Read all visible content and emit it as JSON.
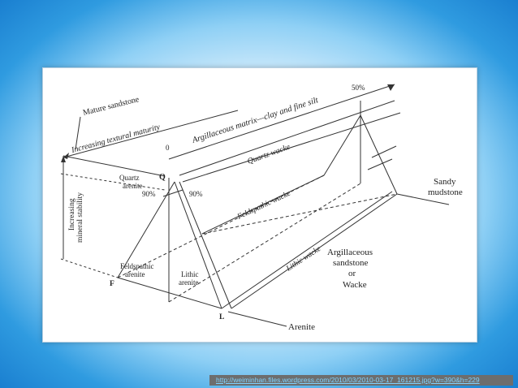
{
  "diagram": {
    "labels": {
      "mature_sandstone": "Mature sandstone",
      "increasing_textural_maturity": "Increasing textural maturity",
      "argillaceous_matrix": "Argillaceous matrix—clay and fine silt",
      "zero": "0",
      "fifty_percent": "50%",
      "quartz_wacke": "Quartz wacke",
      "feldspathic_wacke": "Feldspathic wacke",
      "lithic_wacke": "Lithic wacke",
      "q": "Q",
      "quartz_arenite_1": "Quartz",
      "quartz_arenite_2": "arenite",
      "ninety_left": "90%",
      "ninety_right": "90%",
      "increasing_mineral_stability_1": "Increasing",
      "increasing_mineral_stability_2": "mineral stability",
      "feldspathic_arenite_1": "Feldspathic",
      "feldspathic_arenite_2": "arenite",
      "lithic_arenite_1": "Lithic",
      "lithic_arenite_2": "arenite",
      "f": "F",
      "l": "L",
      "arenite": "Arenite",
      "sandy_mudstone_1": "Sandy",
      "sandy_mudstone_2": "mudstone",
      "argillaceous_sandstone_1": "Argillaceous",
      "argillaceous_sandstone_2": "sandstone",
      "argillaceous_sandstone_3": "or",
      "argillaceous_sandstone_4": "Wacke"
    }
  },
  "source_link": "http://weiminhan.files.wordpress.com/2010/03/2010-03-17_161215.jpg?w=390&h=229"
}
